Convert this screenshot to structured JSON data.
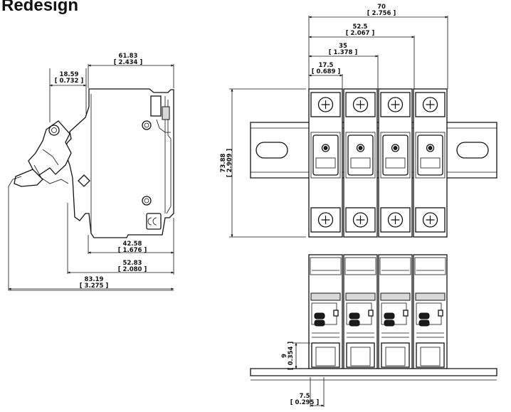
{
  "title": "Redesign",
  "side_view": {
    "dims": [
      {
        "mm": "61.83",
        "in": "[ 2.434 ]"
      },
      {
        "mm": "18.59",
        "in": "[ 0.732 ]"
      },
      {
        "mm": "42.58",
        "in": "[ 1.676 ]"
      },
      {
        "mm": "52.83",
        "in": "[ 2.080 ]"
      },
      {
        "mm": "83.19",
        "in": "[ 3.275 ]"
      }
    ]
  },
  "front_view": {
    "dims": [
      {
        "mm": "70",
        "in": "[ 2.756 ]"
      },
      {
        "mm": "52.5",
        "in": "[ 2.067 ]"
      },
      {
        "mm": "35",
        "in": "[ 1.378 ]"
      },
      {
        "mm": "17.5",
        "in": "[ 0.689 ]"
      }
    ],
    "height": {
      "mm": "73.88",
      "in": "[ 2.909 ]"
    }
  },
  "bottom_view": {
    "dims": [
      {
        "mm": "9",
        "in": "[ 0.354 ]"
      },
      {
        "mm": "7.5",
        "in": "[ 0.295 ]"
      }
    ]
  }
}
